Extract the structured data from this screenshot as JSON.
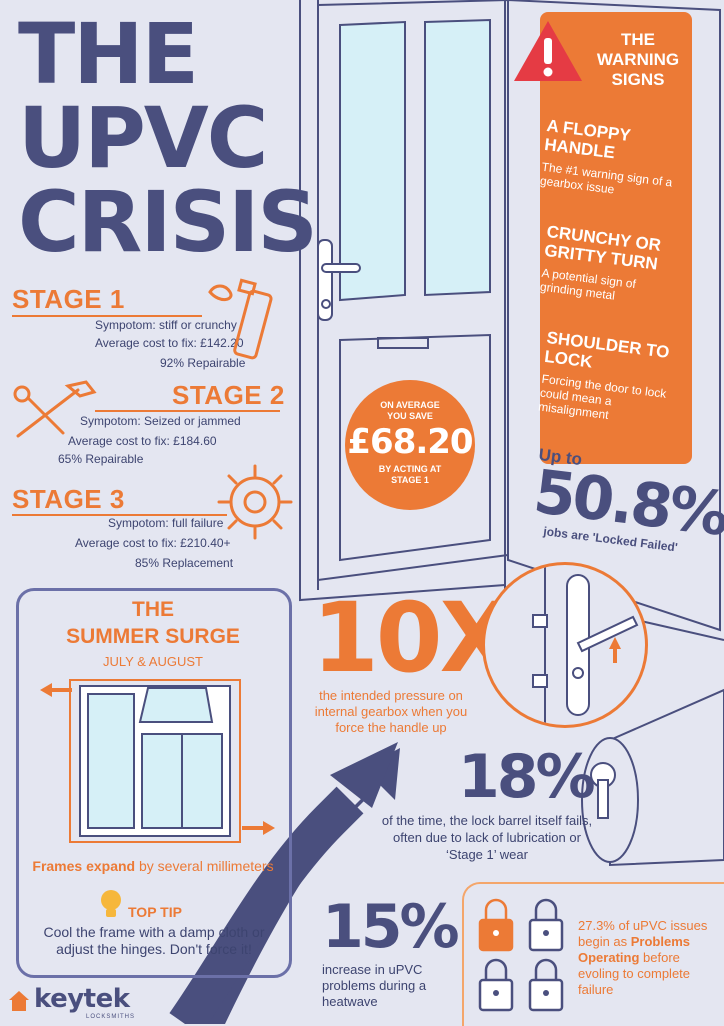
{
  "title": {
    "line1": "THE",
    "line2": "UPVC",
    "line3": "CRISIS"
  },
  "stages": [
    {
      "title": "STAGE 1",
      "symptom": "Sympotom: stiff or crunchy",
      "cost": "Average cost to fix: £142.20",
      "outcome": "92% Repairable"
    },
    {
      "title": "STAGE 2",
      "symptom": "Sympotom: Seized or jammed",
      "cost": "Average cost to fix: £184.60",
      "outcome": "65% Repairable"
    },
    {
      "title": "STAGE 3",
      "symptom": "Sympotom: full failure",
      "cost": "Average cost to fix: £210.40+",
      "outcome": "85% Replacement"
    }
  ],
  "savings": {
    "top": "ON AVERAGE YOU SAVE",
    "amount": "£68.20",
    "bottom": "BY ACTING AT STAGE 1"
  },
  "warning": {
    "heading_l1": "THE",
    "heading_l2": "WARNING",
    "heading_l3": "SIGNS",
    "items": [
      {
        "title_l1": "A FLOPPY",
        "title_l2": "HANDLE",
        "text": "The #1 warning sign of a gearbox issue"
      },
      {
        "title_l1": "CRUNCHY OR",
        "title_l2": "GRITTY TURN",
        "text": "A potential sign of grinding metal"
      },
      {
        "title_l1": "SHOULDER TO",
        "title_l2": "LOCK",
        "text": "Forcing the door to lock could mean a misalignment"
      }
    ]
  },
  "locked_failed": {
    "upto": "Up to",
    "value": "50.8%",
    "label": "jobs are 'Locked Failed'"
  },
  "summer": {
    "title_l1": "THE",
    "title_l2": "SUMMER SURGE",
    "subtitle": "JULY & AUGUST",
    "expand_bold": "Frames expand",
    "expand_rest": " by several millimeters",
    "tip_title": "TOP TIP",
    "tip_text": "Cool the frame with a damp cloth or adjust the hinges. Don't force it!"
  },
  "pressure": {
    "value": "10X",
    "text": "the intended pressure on internal gearbox when you force the handle up"
  },
  "barrel": {
    "value": "18%",
    "text": "of the time, the lock barrel itself fails, often due to lack of lubrication or ‘Stage 1’ wear"
  },
  "heatwave": {
    "value": "15%",
    "text": "increase in uPVC problems during a heatwave"
  },
  "problems": {
    "text_before": "27.3% of uPVC issues begin as ",
    "bold": "Problems Operating",
    "text_after": " before evoling to complete failure"
  },
  "logo": {
    "name": "keytek",
    "sub": "LOCKSMITHS"
  },
  "colors": {
    "navy": "#4a4f7e",
    "orange": "#ec7a36",
    "background": "#e4e6f1",
    "warning_red": "#e53b44"
  }
}
